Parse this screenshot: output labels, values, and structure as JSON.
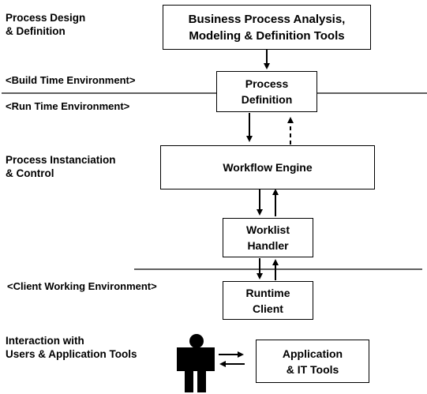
{
  "labels": {
    "design": [
      "Process Design",
      "& Definition"
    ],
    "instanciation": [
      "Process Instanciation",
      "& Control"
    ],
    "interaction": [
      "Interaction with",
      "Users & Application Tools"
    ]
  },
  "environments": {
    "build": "<Build Time Environment>",
    "run": "<Run Time Environment>",
    "client": "<Client Working Environment>"
  },
  "boxes": {
    "analysis_tools": [
      "Business Process Analysis,",
      "Modeling & Definition Tools"
    ],
    "process_definition": [
      "Process",
      "Definition"
    ],
    "workflow_engine": [
      "Workflow Engine"
    ],
    "worklist_handler": [
      "Worklist",
      "Handler"
    ],
    "runtime_client": [
      "Runtime",
      "Client"
    ],
    "app_tools": [
      "Application",
      "& IT Tools"
    ]
  },
  "icons": {
    "user": "person-icon"
  },
  "colors": {
    "foreground": "#000000",
    "background": "#ffffff"
  }
}
